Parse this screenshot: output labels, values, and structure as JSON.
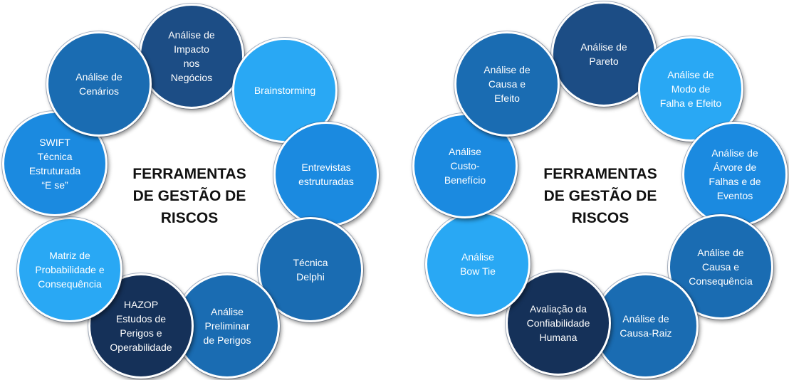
{
  "colors": {
    "navy": "#1c4d85",
    "medium_blue": "#1a6cb2",
    "azure": "#1b8ae0",
    "light_blue": "#29a8f4",
    "dark_navy": "#153159",
    "background": "#ffffff"
  },
  "diagrams": [
    {
      "title": "FERRAMENTAS\nDE GESTÃO DE\nRISCOS",
      "nodes": [
        {
          "label": "Análise de\nImpacto\nnos\nNegócios",
          "color": "navy"
        },
        {
          "label": "Brainstorming",
          "color": "light_blue"
        },
        {
          "label": "Entrevistas\nestruturadas",
          "color": "azure"
        },
        {
          "label": "Técnica\nDelphi",
          "color": "medium_blue"
        },
        {
          "label": "Análise\nPreliminar\nde Perigos",
          "color": "medium_blue"
        },
        {
          "label": "HAZOP\nEstudos de\nPerigos e\nOperabilidade",
          "color": "dark_navy"
        },
        {
          "label": "Matriz de\nProbabilidade e\nConsequência",
          "color": "light_blue"
        },
        {
          "label": "SWIFT\nTécnica\nEstruturada\n“E se”",
          "color": "azure"
        },
        {
          "label": "Análise de\nCenários",
          "color": "medium_blue"
        }
      ]
    },
    {
      "title": "FERRAMENTAS\nDE GESTÃO DE\nRISCOS",
      "nodes": [
        {
          "label": "Análise de\nPareto",
          "color": "navy"
        },
        {
          "label": "Análise de\nModo de\nFalha e Efeito",
          "color": "light_blue"
        },
        {
          "label": "Análise de\nÁrvore de\nFalhas e de\nEventos",
          "color": "azure"
        },
        {
          "label": "Análise de\nCausa e\nConsequência",
          "color": "medium_blue"
        },
        {
          "label": "Análise de\nCausa-Raiz",
          "color": "medium_blue"
        },
        {
          "label": "Avaliação da\nConfiabilidade\nHumana",
          "color": "dark_navy"
        },
        {
          "label": "Análise\nBow Tie",
          "color": "light_blue"
        },
        {
          "label": "Análise\nCusto-\nBenefício",
          "color": "azure"
        },
        {
          "label": "Análise de\nCausa e\nEfeito",
          "color": "medium_blue"
        }
      ]
    }
  ]
}
